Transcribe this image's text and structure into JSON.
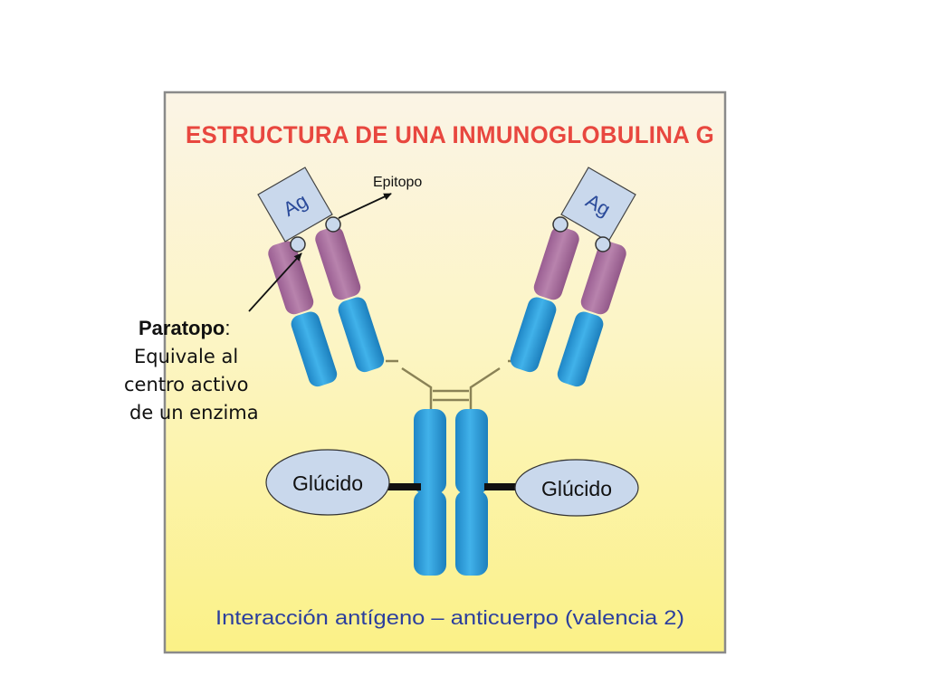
{
  "title": "ESTRUCTURA DE UNA INMUNOGLOBULINA G",
  "antigen_left": "Ag",
  "antigen_right": "Ag",
  "epitope_label": "Epitopo",
  "paratope": {
    "term": "Paratopo",
    "colon": ":",
    "line2": "Equivale al",
    "line3": "centro activo",
    "line4": "de un enzima"
  },
  "carbohydrate_left": "Glúcido",
  "carbohydrate_right": "Glúcido",
  "caption": "Interacción antígeno – anticuerpo (valencia 2)",
  "colors": {
    "title": "#e8473f",
    "variable_region": "#a86a9c",
    "constant_region": "#2a9ad6",
    "antigen": "#c9d8ec",
    "carbohydrate": "#c9d8ec",
    "caption": "#2b3f9e",
    "panel_top": "#fbf3df",
    "panel_bottom": "#fbf28a"
  }
}
